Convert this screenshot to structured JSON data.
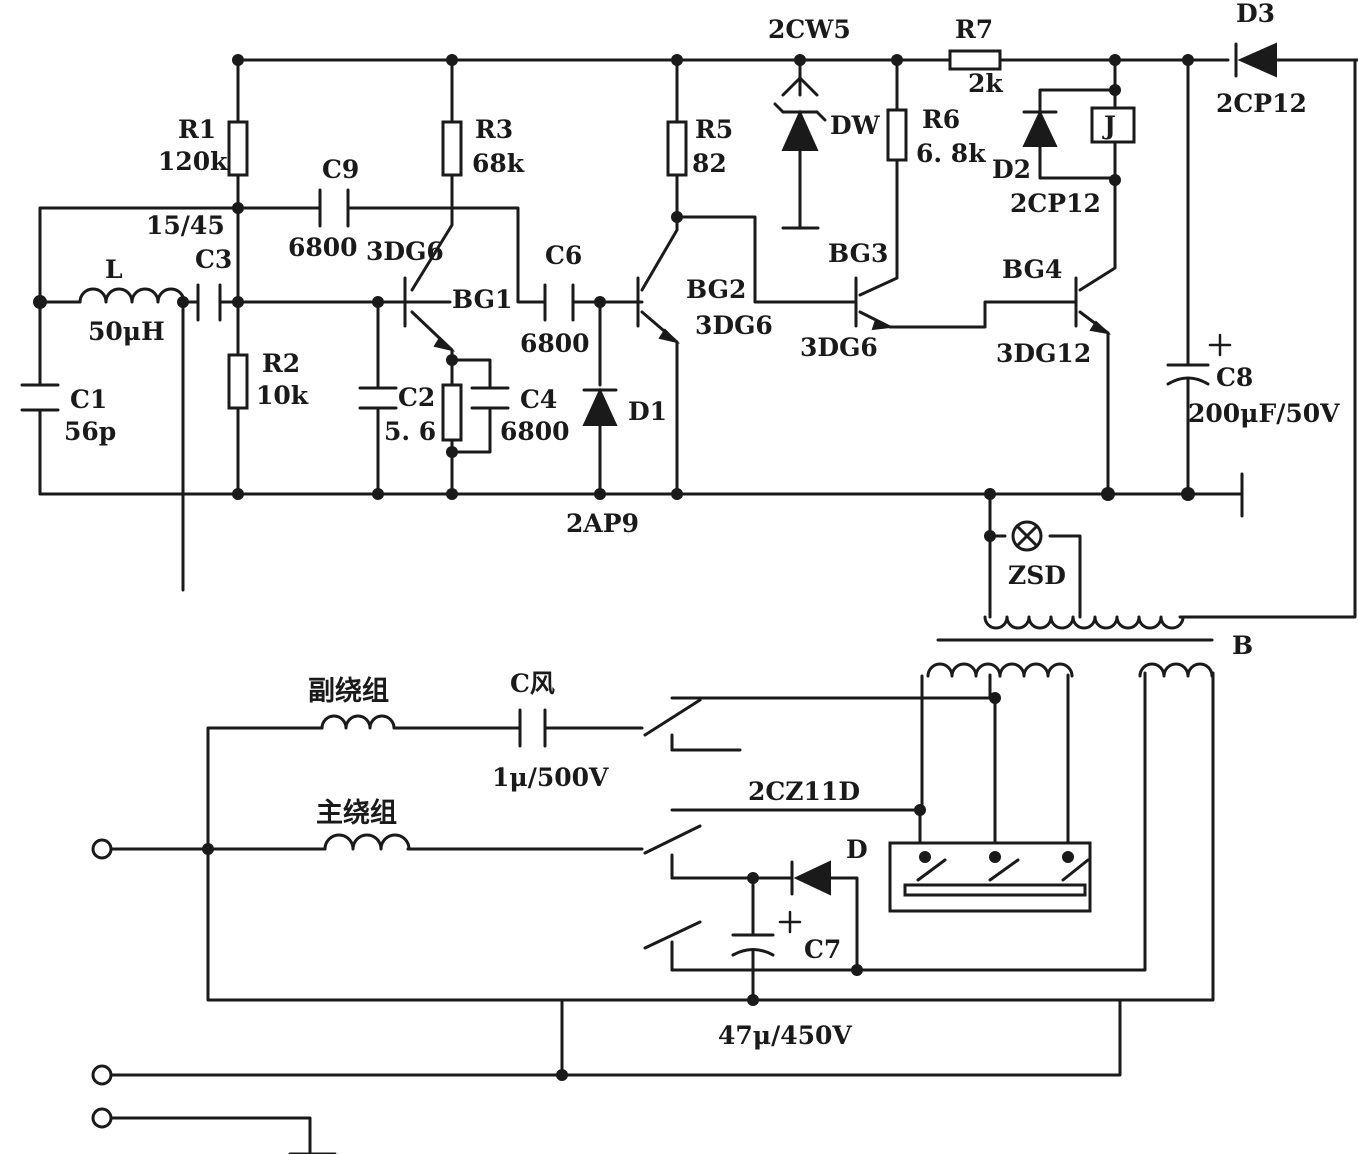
{
  "labels": {
    "zener_part": "2CW5",
    "r7": "R7",
    "r7_val": "2k",
    "d3": "D3",
    "d3_part": "2CP12",
    "r1": "R1",
    "r1_val": "120k",
    "r3": "R3",
    "r3_val": "68k",
    "r5": "R5",
    "r5_val": "82",
    "dw": "DW",
    "r6": "R6",
    "r6_val": "6. 8k",
    "relay": "J",
    "d2": "D2",
    "d2_part": "2CP12",
    "c9": "C9",
    "c9_val": "6800",
    "tap": "15/45",
    "bg1_part": "3DG6",
    "bg1": "BG1",
    "inductor": "L",
    "inductor_val": "50μH",
    "c3": "C3",
    "c6": "C6",
    "c6_val": "6800",
    "bg2": "BG2",
    "bg2_part": "3DG6",
    "bg3": "BG3",
    "bg3_part": "3DG6",
    "bg4": "BG4",
    "bg4_part": "3DG12",
    "c1": "C1",
    "c1_val": "56p",
    "r2": "R2",
    "r2_val": "10k",
    "c2": "C2",
    "c2_val": "5. 6",
    "c4": "C4",
    "c4_val": "6800",
    "d1": "D1",
    "d1_part": "2AP9",
    "c8": "C8",
    "c8_val": "200μF/50V",
    "lamp": "ZSD",
    "transformer": "B",
    "aux_winding": "副绕组",
    "cap_fan": "C风",
    "cap_fan_val": "1μ/500V",
    "main_winding": "主绕组",
    "rectifier": "2CZ11D",
    "diode_d": "D",
    "c7": "C7",
    "c7_val": "47μ/450V"
  }
}
